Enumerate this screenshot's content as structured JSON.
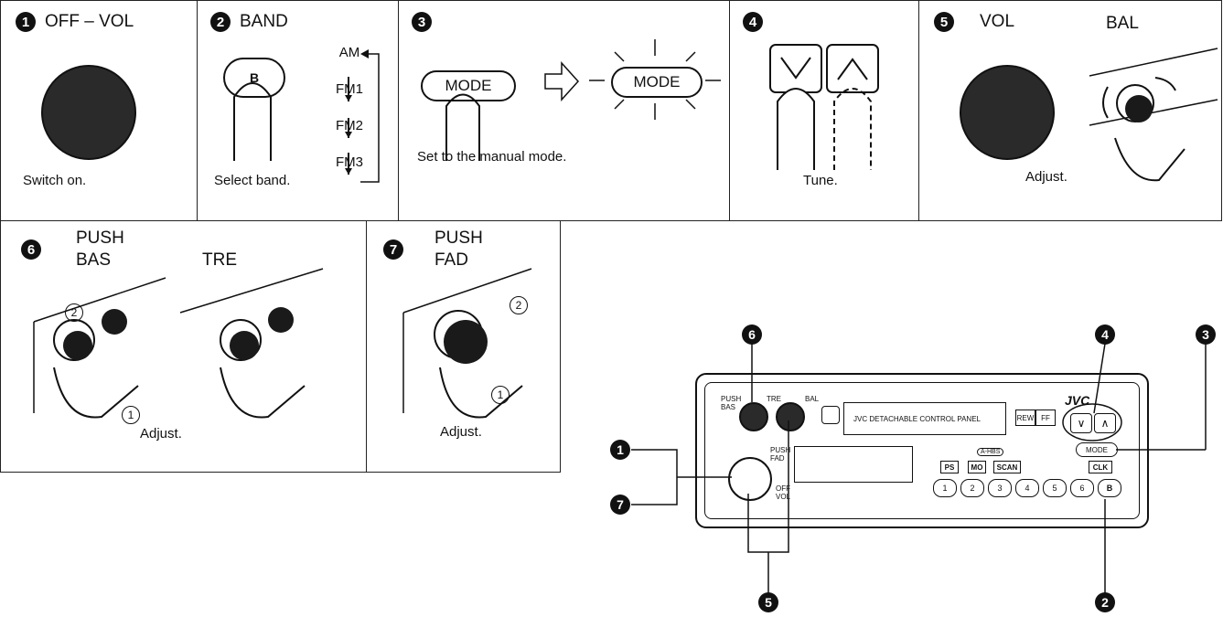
{
  "steps": {
    "s1": {
      "num": "1",
      "title": "OFF – VOL",
      "caption": "Switch on."
    },
    "s2": {
      "num": "2",
      "title": "BAND",
      "caption": "Select band.",
      "bands": [
        "AM",
        "FM1",
        "FM2",
        "FM3"
      ],
      "button": "B"
    },
    "s3": {
      "num": "3",
      "caption": "Set to the manual mode.",
      "button": "MODE"
    },
    "s4": {
      "num": "4",
      "caption": "Tune."
    },
    "s5": {
      "num": "5",
      "title_left": "VOL",
      "title_right": "BAL",
      "caption": "Adjust."
    },
    "s6": {
      "num": "6",
      "title_line1": "PUSH",
      "title_line2": "BAS",
      "title_right": "TRE",
      "caption": "Adjust.",
      "mark1": "1",
      "mark2": "2"
    },
    "s7": {
      "num": "7",
      "title_line1": "PUSH",
      "title_line2": "FAD",
      "caption": "Adjust.",
      "mark1": "1",
      "mark2": "2"
    }
  },
  "device": {
    "brand": "JVC",
    "display_text": "JVC   DETACHABLE CONTROL PANEL",
    "labels": {
      "push_bas": "PUSH BAS",
      "tre": "TRE",
      "bal": "BAL",
      "push_fad": "PUSH FAD",
      "rew": "REW",
      "ff": "FF",
      "mode": "MODE",
      "ps": "PS",
      "mo": "MO",
      "scan": "SCAN",
      "clk": "CLK",
      "b": "B",
      "ahbs": "A-HBS",
      "off_vol": "OFF VOL"
    },
    "presets": [
      "1",
      "2",
      "3",
      "4",
      "5",
      "6"
    ],
    "callouts": {
      "c1": "1",
      "c2": "2",
      "c3": "3",
      "c4": "4",
      "c5": "5",
      "c6": "6",
      "c7": "7"
    }
  }
}
